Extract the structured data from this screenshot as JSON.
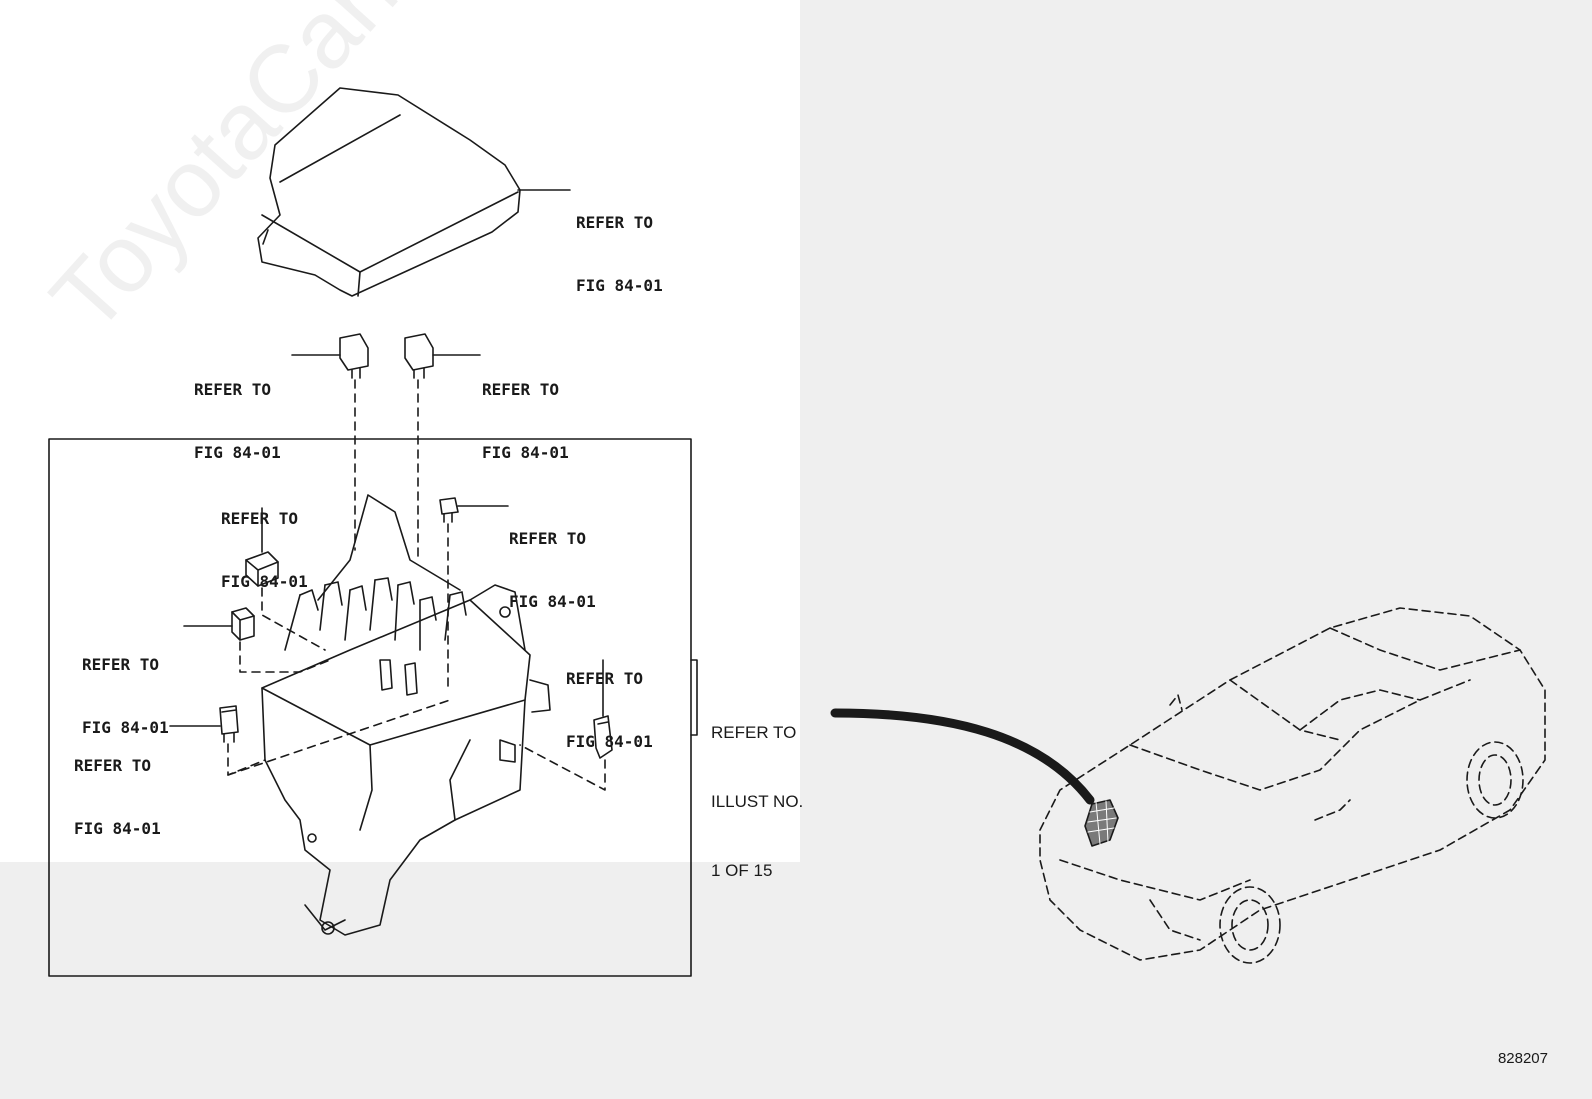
{
  "watermark": "ToyotaCarMine.ru",
  "callouts": {
    "cover": {
      "line1": "REFER TO",
      "line2": "FIG 84-01"
    },
    "relay_left": {
      "line1": "REFER TO",
      "line2": "FIG 84-01"
    },
    "relay_right": {
      "line1": "REFER TO",
      "line2": "FIG 84-01"
    },
    "relay_top_left": {
      "line1": "REFER TO",
      "line2": "FIG 84-01"
    },
    "fuse_top_right": {
      "line1": "REFER TO",
      "line2": "FIG 84-01"
    },
    "relay_mid_left": {
      "line1": "REFER TO",
      "line2": "FIG 84-01"
    },
    "fuse_bottom_left": {
      "line1": "REFER TO",
      "line2": "FIG 84-01"
    },
    "fuse_right": {
      "line1": "REFER TO",
      "line2": "FIG 84-01"
    }
  },
  "illust_ref": {
    "line1": "REFER TO",
    "line2": "ILLUST NO.",
    "line3": "1 OF 15"
  },
  "figure_number": "828207"
}
